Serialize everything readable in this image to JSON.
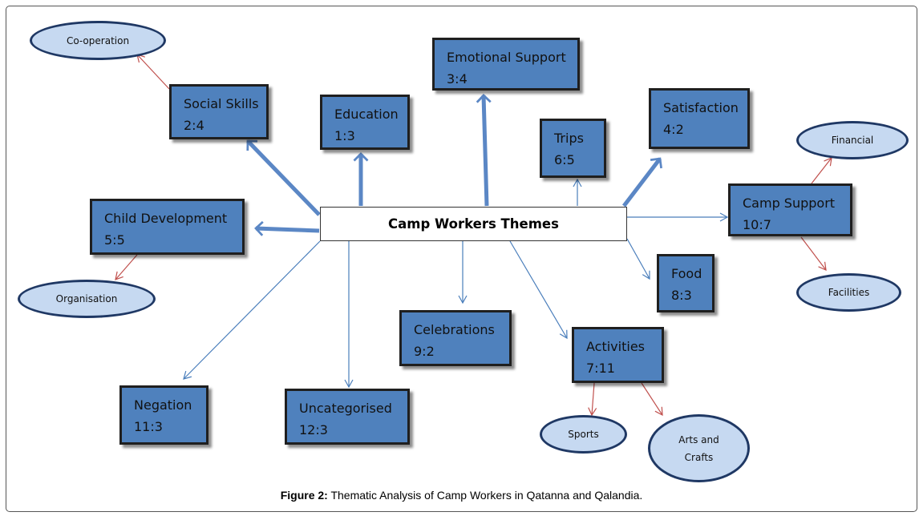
{
  "central": "Camp Workers Themes",
  "themes": {
    "social_skills": {
      "title": "Social Skills",
      "code": "2:4"
    },
    "education": {
      "title": "Education",
      "code": "1:3"
    },
    "emotional_support": {
      "title": "Emotional Support",
      "code": "3:4"
    },
    "trips": {
      "title": "Trips",
      "code": "6:5"
    },
    "satisfaction": {
      "title": "Satisfaction",
      "code": "4:2"
    },
    "child_development": {
      "title": "Child Development",
      "code": "5:5"
    },
    "camp_support": {
      "title": "Camp Support",
      "code": "10:7"
    },
    "food": {
      "title": "Food",
      "code": "8:3"
    },
    "celebrations": {
      "title": "Celebrations",
      "code": "9:2"
    },
    "activities": {
      "title": "Activities",
      "code": "7:11"
    },
    "negation": {
      "title": "Negation",
      "code": "11:3"
    },
    "uncategorised": {
      "title": "Uncategorised",
      "code": "12:3"
    }
  },
  "subthemes": {
    "cooperation": "Co-operation",
    "organisation": "Organisation",
    "financial": "Financial",
    "facilities": "Facilities",
    "sports": "Sports",
    "arts_line1": "Arts and",
    "arts_line2": "Crafts"
  },
  "caption": {
    "label": "Figure 2:",
    "text": " Thematic Analysis of Camp Workers in Qatanna and Qalandia."
  },
  "colors": {
    "box_fill": "#4f81bd",
    "oval_fill": "#c6d9f1",
    "thick_arrow": "#5b87c5",
    "thin_arrow": "#4a7ebb",
    "sub_arrow": "#c0504d"
  }
}
